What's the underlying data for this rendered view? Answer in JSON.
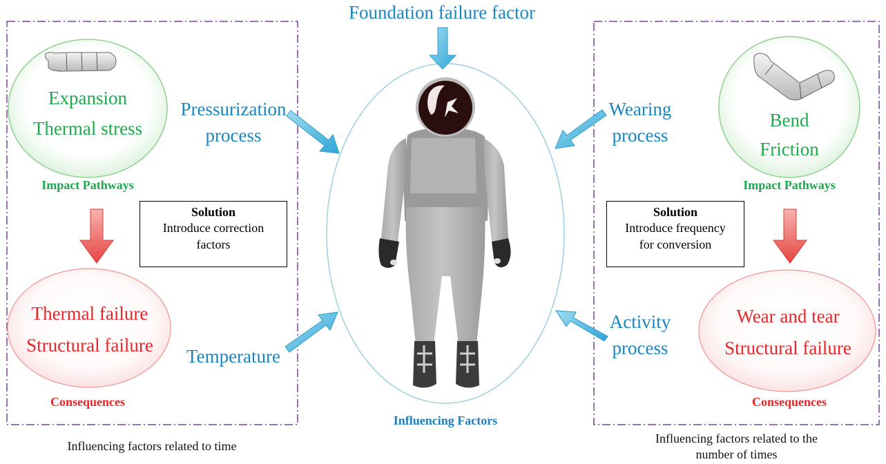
{
  "top_factor": "Foundation failure factor",
  "center_label": "Influencing Factors",
  "left_panel": {
    "pathways": [
      "Expansion",
      "Thermal stress"
    ],
    "pathways_label": "Impact Pathways",
    "solution_title": "Solution",
    "solution_text": [
      "Introduce correction",
      "factors"
    ],
    "consequences": [
      "Thermal failure",
      "Structural failure"
    ],
    "consequences_label": "Consequences",
    "factor_upper": [
      "Pressurization",
      "process"
    ],
    "factor_lower": "Temperature",
    "caption": "Influencing factors related to time"
  },
  "right_panel": {
    "pathways": [
      "Bend",
      "Friction"
    ],
    "pathways_label": "Impact Pathways",
    "solution_title": "Solution",
    "solution_text": [
      "Introduce frequency",
      "for conversion"
    ],
    "consequences": [
      "Wear and tear",
      "Structural failure"
    ],
    "consequences_label": "Consequences",
    "factor_upper": [
      "Wearing",
      "process"
    ],
    "factor_lower": [
      "Activity",
      "process"
    ],
    "caption": [
      "Influencing factors related to the",
      "number of times"
    ]
  },
  "colors": {
    "blue_text": "#1a86bf",
    "green_text": "#1daa4a",
    "red_text": "#e8262a",
    "frame_dash": "#7b3f9e",
    "arrow_blue": "#4fb6dc",
    "arrow_red": "#ec5a57"
  }
}
